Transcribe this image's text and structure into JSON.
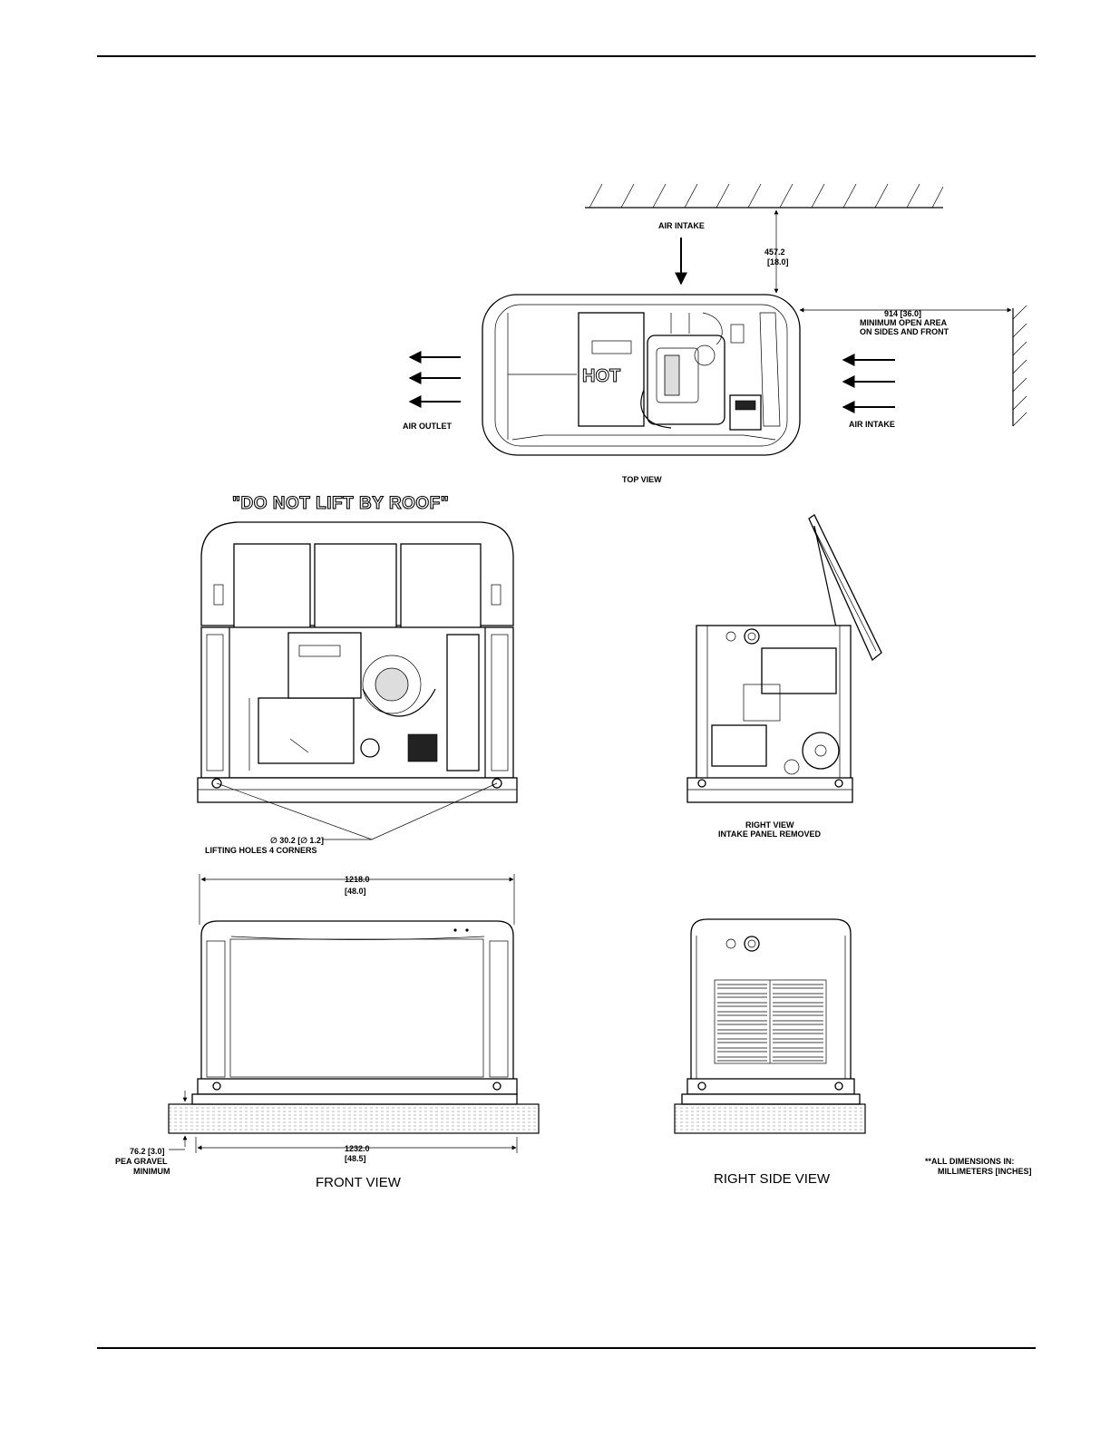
{
  "top_view": {
    "air_intake_top": "AIR INTAKE",
    "clearance_rear": "457.2",
    "clearance_rear_in": "[18.0]",
    "clearance_side": "914 [36.0]",
    "clearance_side_note_1": "MINIMUM OPEN AREA",
    "clearance_side_note_2": "ON SIDES AND FRONT",
    "air_outlet": "AIR OUTLET",
    "air_intake_side": "AIR INTAKE",
    "hot_label": "HOT",
    "caption": "TOP VIEW"
  },
  "warning": "\"DO NOT LIFT BY ROOF\"",
  "lifting_holes": {
    "size": "∅ 30.2 [∅ 1.2]",
    "note": "LIFTING HOLES 4 CORNERS"
  },
  "right_view": {
    "caption_1": "RIGHT VIEW",
    "caption_2": "INTAKE PANEL REMOVED"
  },
  "front_view": {
    "width_top": "1218.0",
    "width_top_in": "[48.0]",
    "width_base": "1232.0",
    "width_base_in": "[48.5]",
    "gravel_1": "76.2 [3.0]",
    "gravel_2": "PEA GRAVEL",
    "gravel_3": "MINIMUM",
    "caption": "FRONT VIEW"
  },
  "right_side_view": {
    "caption": "RIGHT SIDE VIEW"
  },
  "units_note": {
    "line_1": "**ALL DIMENSIONS IN:",
    "line_2": "MILLIMETERS [INCHES]"
  }
}
